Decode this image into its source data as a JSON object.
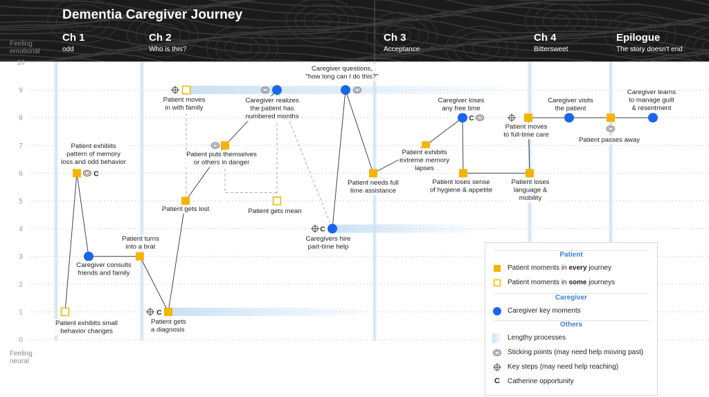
{
  "title": "Dementia Caregiver Journey",
  "y_axis": {
    "top_label": "Feeling emotional",
    "bottom_label": "Feeling neural",
    "ticks": [
      0,
      1,
      2,
      3,
      4,
      5,
      6,
      7,
      8,
      9,
      10
    ]
  },
  "chapters": [
    {
      "title": "Ch 1",
      "subtitle": "odd"
    },
    {
      "title": "Ch 2",
      "subtitle": "Who is this?"
    },
    {
      "title": "Ch 3",
      "subtitle": "Acceptance"
    },
    {
      "title": "Ch 4",
      "subtitle": "Bittersweet"
    },
    {
      "title": "Epilogue",
      "subtitle": "The story doesn't end"
    }
  ],
  "nodes": [
    {
      "id": "p-small-changes",
      "type": "patient-some",
      "level": 1,
      "label": [
        "Patient exhibits small",
        "behavior changes"
      ],
      "sticking": false,
      "key_step": false,
      "catherine": false
    },
    {
      "id": "p-memory-loss",
      "type": "patient-every",
      "level": 6,
      "label": [
        "Patient exhibits",
        "pattern of memory",
        "loss and odd behavior"
      ],
      "sticking": true,
      "key_step": false,
      "catherine": true
    },
    {
      "id": "c-consults",
      "type": "caregiver",
      "level": 3,
      "label": [
        "Caregiver consults",
        "friends and family"
      ],
      "sticking": false,
      "key_step": false,
      "catherine": false
    },
    {
      "id": "p-brat",
      "type": "patient-every",
      "level": 3,
      "label": [
        "Patient turns",
        "into a brat"
      ],
      "sticking": false,
      "key_step": false,
      "catherine": false
    },
    {
      "id": "p-diagnosis",
      "type": "patient-every",
      "level": 1,
      "label": [
        "Patient gets",
        "a diagnosis"
      ],
      "sticking": false,
      "key_step": true,
      "catherine": true
    },
    {
      "id": "p-lost",
      "type": "patient-every",
      "level": 5,
      "label": [
        "Patient gets lost"
      ],
      "sticking": false,
      "key_step": false,
      "catherine": false
    },
    {
      "id": "p-danger",
      "type": "patient-every",
      "level": 7,
      "label": [
        "Patient puts themselves",
        "or others in danger"
      ],
      "sticking": true,
      "key_step": false,
      "catherine": false
    },
    {
      "id": "p-moves-in",
      "type": "patient-some",
      "level": 9,
      "label": [
        "Patient moves",
        "in with family"
      ],
      "sticking": false,
      "key_step": true,
      "catherine": false
    },
    {
      "id": "c-realizes",
      "type": "caregiver",
      "level": 9,
      "label": [
        "Caregiver realizes",
        "the patient has",
        "numbered months"
      ],
      "sticking": true,
      "key_step": false,
      "catherine": false
    },
    {
      "id": "p-mean",
      "type": "patient-some",
      "level": 5,
      "label": [
        "Patient gets mean"
      ],
      "sticking": false,
      "key_step": false,
      "catherine": false
    },
    {
      "id": "c-hire",
      "type": "caregiver",
      "level": 4,
      "label": [
        "Caregivers hire",
        "part-time help"
      ],
      "sticking": false,
      "key_step": true,
      "catherine": true
    },
    {
      "id": "c-questions",
      "type": "caregiver",
      "level": 9,
      "label": [
        "Caregiver questions,",
        "\"how long can I do this?\""
      ],
      "sticking": true,
      "key_step": false,
      "catherine": false
    },
    {
      "id": "p-fulltime-assist",
      "type": "patient-every",
      "level": 6,
      "label": [
        "Patient needs full",
        "time assistance"
      ],
      "sticking": false,
      "key_step": false,
      "catherine": false
    },
    {
      "id": "p-extreme-memory",
      "type": "patient-every",
      "level": 7,
      "label": [
        "Patient exhibits",
        "extreme memory",
        "lapses"
      ],
      "sticking": false,
      "key_step": false,
      "catherine": false
    },
    {
      "id": "c-free-time",
      "type": "caregiver",
      "level": 8,
      "label": [
        "Caregiver loses",
        "any free time"
      ],
      "sticking": true,
      "key_step": false,
      "catherine": true
    },
    {
      "id": "p-hygiene",
      "type": "patient-every",
      "level": 6,
      "label": [
        "Patient loses sense",
        "of hygiene & appetite"
      ],
      "sticking": false,
      "key_step": false,
      "catherine": false
    },
    {
      "id": "p-language",
      "type": "patient-every",
      "level": 6,
      "label": [
        "Patient loses",
        "language &",
        "mobility"
      ],
      "sticking": false,
      "key_step": false,
      "catherine": false
    },
    {
      "id": "p-fulltime-care",
      "type": "patient-every",
      "level": 8,
      "label": [
        "Patient moves",
        "to full-time care"
      ],
      "sticking": false,
      "key_step": true,
      "catherine": false
    },
    {
      "id": "c-visits",
      "type": "caregiver",
      "level": 8,
      "label": [
        "Caregiver visits",
        "the patient"
      ],
      "sticking": false,
      "key_step": false,
      "catherine": false
    },
    {
      "id": "p-passes",
      "type": "patient-every",
      "level": 8,
      "label": [
        "Patient passes away"
      ],
      "sticking": true,
      "key_step": false,
      "catherine": false
    },
    {
      "id": "c-guilt",
      "type": "caregiver",
      "level": 8,
      "label": [
        "Caregiver learns",
        "to manage guilt",
        "& resentment"
      ],
      "sticking": false,
      "key_step": false,
      "catherine": false
    }
  ],
  "links": [
    {
      "from": "p-small-changes",
      "to": "p-memory-loss",
      "style": "solid"
    },
    {
      "from": "p-memory-loss",
      "to": "c-consults",
      "style": "solid"
    },
    {
      "from": "c-consults",
      "to": "p-brat",
      "style": "solid"
    },
    {
      "from": "p-brat",
      "to": "p-diagnosis",
      "style": "solid"
    },
    {
      "from": "p-diagnosis",
      "to": "p-lost",
      "style": "solid"
    },
    {
      "from": "p-lost",
      "to": "p-danger",
      "style": "solid"
    },
    {
      "from": "p-danger",
      "to": "c-realizes",
      "style": "solid"
    },
    {
      "from": "c-realizes",
      "to": "c-hire",
      "style": "dashed"
    },
    {
      "from": "c-hire",
      "to": "c-questions",
      "style": "solid"
    },
    {
      "from": "c-questions",
      "to": "p-fulltime-assist",
      "style": "solid"
    },
    {
      "from": "p-fulltime-assist",
      "to": "p-extreme-memory",
      "style": "solid"
    },
    {
      "from": "p-extreme-memory",
      "to": "c-free-time",
      "style": "solid"
    },
    {
      "from": "c-free-time",
      "to": "p-hygiene",
      "style": "solid"
    },
    {
      "from": "p-hygiene",
      "to": "p-language",
      "style": "solid"
    },
    {
      "from": "p-language",
      "to": "p-fulltime-care",
      "style": "solid"
    },
    {
      "from": "p-fulltime-care",
      "to": "c-visits",
      "style": "solid"
    },
    {
      "from": "c-visits",
      "to": "p-passes",
      "style": "solid"
    },
    {
      "from": "p-passes",
      "to": "c-guilt",
      "style": "solid"
    },
    {
      "from": "p-moves-in",
      "to": "p-lost",
      "style": "dashed"
    },
    {
      "from": "p-moves-in",
      "to": "p-mean",
      "style": "dashed"
    }
  ],
  "lengthy_processes": [
    {
      "from": "p-diagnosis"
    },
    {
      "from": "c-hire"
    },
    {
      "from": "p-moves-in"
    }
  ],
  "legend": {
    "patient_head": "Patient",
    "patient_every": [
      "Patient moments in ",
      "every",
      " journey"
    ],
    "patient_some": [
      "Patient moments in ",
      "some",
      " journeys"
    ],
    "caregiver_head": "Caregiver",
    "caregiver_key": "Caregiver key moments",
    "others_head": "Others",
    "lengthy": "Lengthy processes",
    "sticking": "Sticking points (may need help moving past)",
    "key_steps": "Key steps (may need help reaching)",
    "catherine_symbol": "C",
    "catherine": "Catherine opportunity"
  },
  "colors": {
    "patient": "#f5b400",
    "caregiver": "#1a66e8",
    "process": "#c9e1f4",
    "header": "#1b1b1b"
  }
}
